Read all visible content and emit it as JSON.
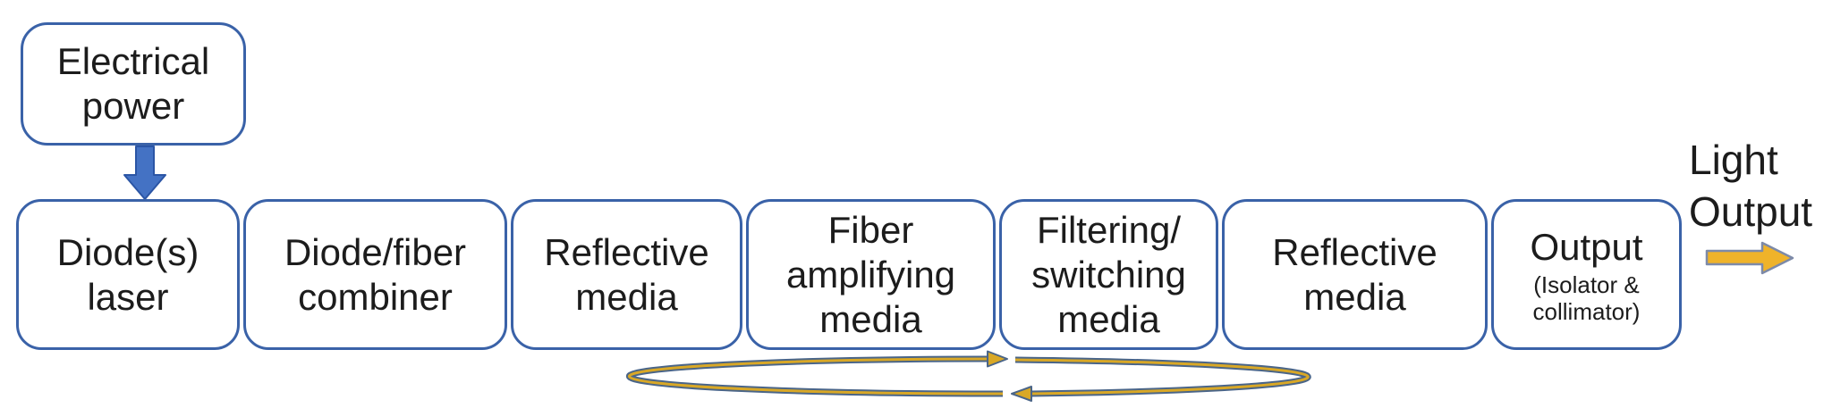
{
  "diagram": {
    "title_semantic": "fiber-laser-system-block-diagram",
    "power_box": {
      "label": "Electrical\npower"
    },
    "flow_boxes": [
      {
        "label": "Diode(s)\nlaser"
      },
      {
        "label": "Diode/fiber\ncombiner"
      },
      {
        "label": "Reflective\nmedia"
      },
      {
        "label": "Fiber\namplifying\nmedia"
      },
      {
        "label": "Filtering/\nswitching\nmedia"
      },
      {
        "label": "Reflective\nmedia"
      },
      {
        "label": "Output",
        "sublabel": "(Isolator &\ncollimator)"
      }
    ],
    "output_label": "Light\nOutput",
    "icons": {
      "down_arrow": "power-feed-down-arrow",
      "loop_arrow": "resonator-circulation-loop-arrow",
      "right_arrow": "light-output-right-arrow"
    },
    "colors": {
      "box_border_blue": "#3a62a8",
      "down_arrow_fill": "#4472c4",
      "down_arrow_stroke": "#2b55a5",
      "gold_fill": "#efb32a",
      "loop_gold": "#d9a826",
      "loop_outline": "#4a6588",
      "light_arrow_outline": "#7d8aa8",
      "text": "#1c1c1c",
      "background": "#ffffff"
    }
  }
}
